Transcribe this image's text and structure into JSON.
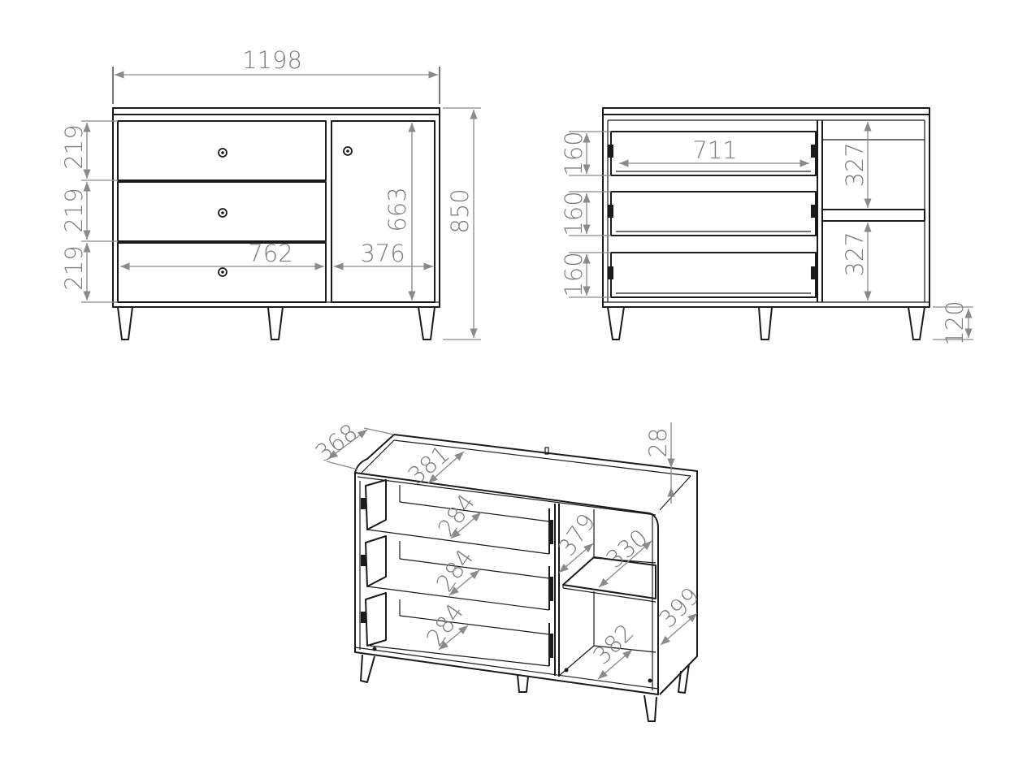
{
  "front_view": {
    "width": "1198",
    "drawer_heights": [
      "219",
      "219",
      "219"
    ],
    "drawer_width": "762",
    "door_width": "376",
    "door_height": "663",
    "total_height": "850"
  },
  "back_view": {
    "drawer_heights": [
      "160",
      "160",
      "160"
    ],
    "drawer_inner_width": "711",
    "shelf_heights": [
      "327",
      "327"
    ],
    "leg_height": "120"
  },
  "iso_view": {
    "depth": "368",
    "top_depth": "381",
    "top_thickness": "28",
    "drawer_depths": [
      "284",
      "284",
      "284"
    ],
    "compartment_depth": "379",
    "shelf_depth": "330",
    "side_depth": "399",
    "bottom_depth": "382"
  },
  "colors": {
    "line": "#1a1a1a",
    "dimension": "#8a8a8a",
    "label": "#7d7d7d"
  }
}
